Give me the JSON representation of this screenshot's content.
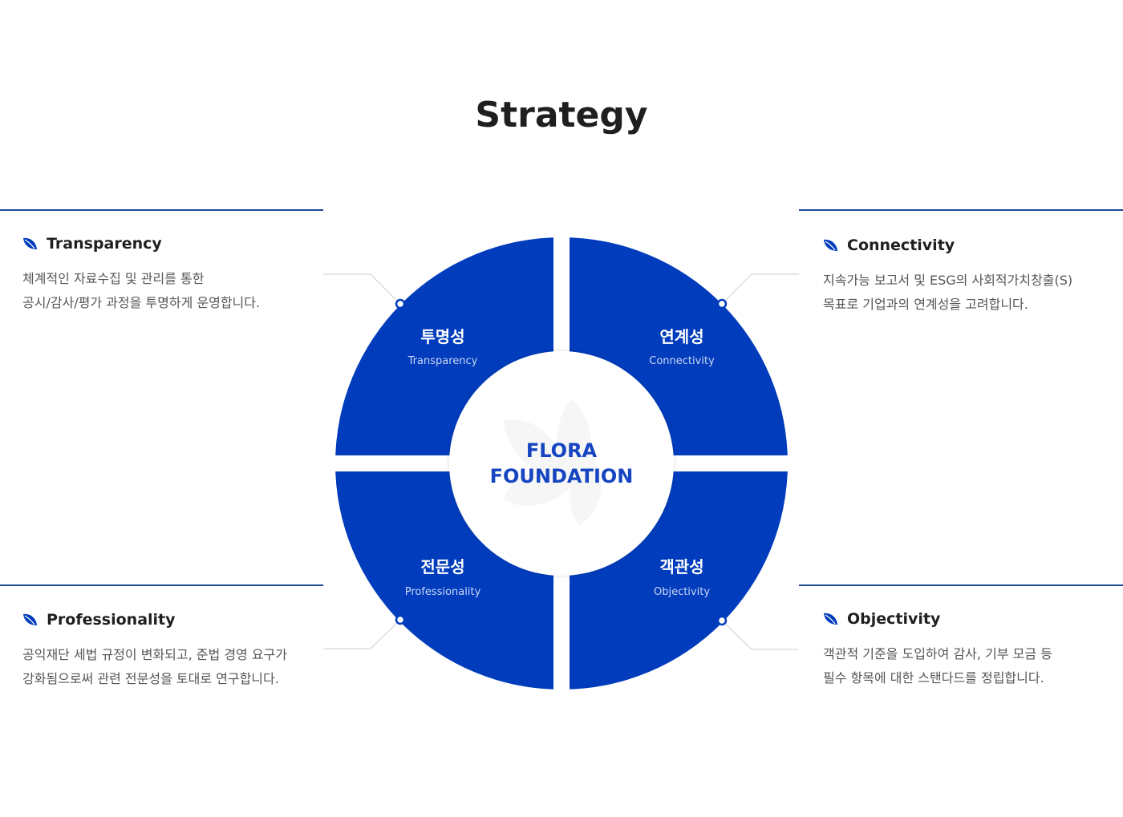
{
  "title": "Strategy",
  "center": {
    "line1": "FLORA",
    "line2": "FOUNDATION"
  },
  "quadrants": {
    "top_left": {
      "title": "투명성",
      "subtitle": "Transparency"
    },
    "top_right": {
      "title": "연계성",
      "subtitle": "Connectivity"
    },
    "bottom_left": {
      "title": "전문성",
      "subtitle": "Professionality"
    },
    "bottom_right": {
      "title": "객관성",
      "subtitle": "Objectivity"
    }
  },
  "blocks": {
    "transparency": {
      "icon": "leaf-icon",
      "title": "Transparency",
      "line1": "체계적인 자료수집 및 관리를 통한",
      "line2": "공시/감사/평가 과정을 투명하게 운영합니다."
    },
    "connectivity": {
      "icon": "leaf-icon",
      "title": "Connectivity",
      "line1": "지속가능 보고서 및 ESG의 사회적가치창출(S)",
      "line2": "목표로 기업과의 연계성을 고려합니다."
    },
    "professionality": {
      "icon": "leaf-icon",
      "title": "Professionality",
      "line1": "공익재단 세법 규정이 변화되고, 준법 경영 요구가",
      "line2": "강화됨으로써 관련 전문성을 토대로 연구합니다."
    },
    "objectivity": {
      "icon": "leaf-icon",
      "title": "Objectivity",
      "line1": "객관적 기준을 도입하여 감사, 기부 모금 등",
      "line2": "필수 항목에 대한 스탠다드를 정립합니다."
    }
  },
  "colors": {
    "primary_blue": "#003cbc",
    "line_blue": "#1c4896",
    "center_text": "#1545c0"
  }
}
